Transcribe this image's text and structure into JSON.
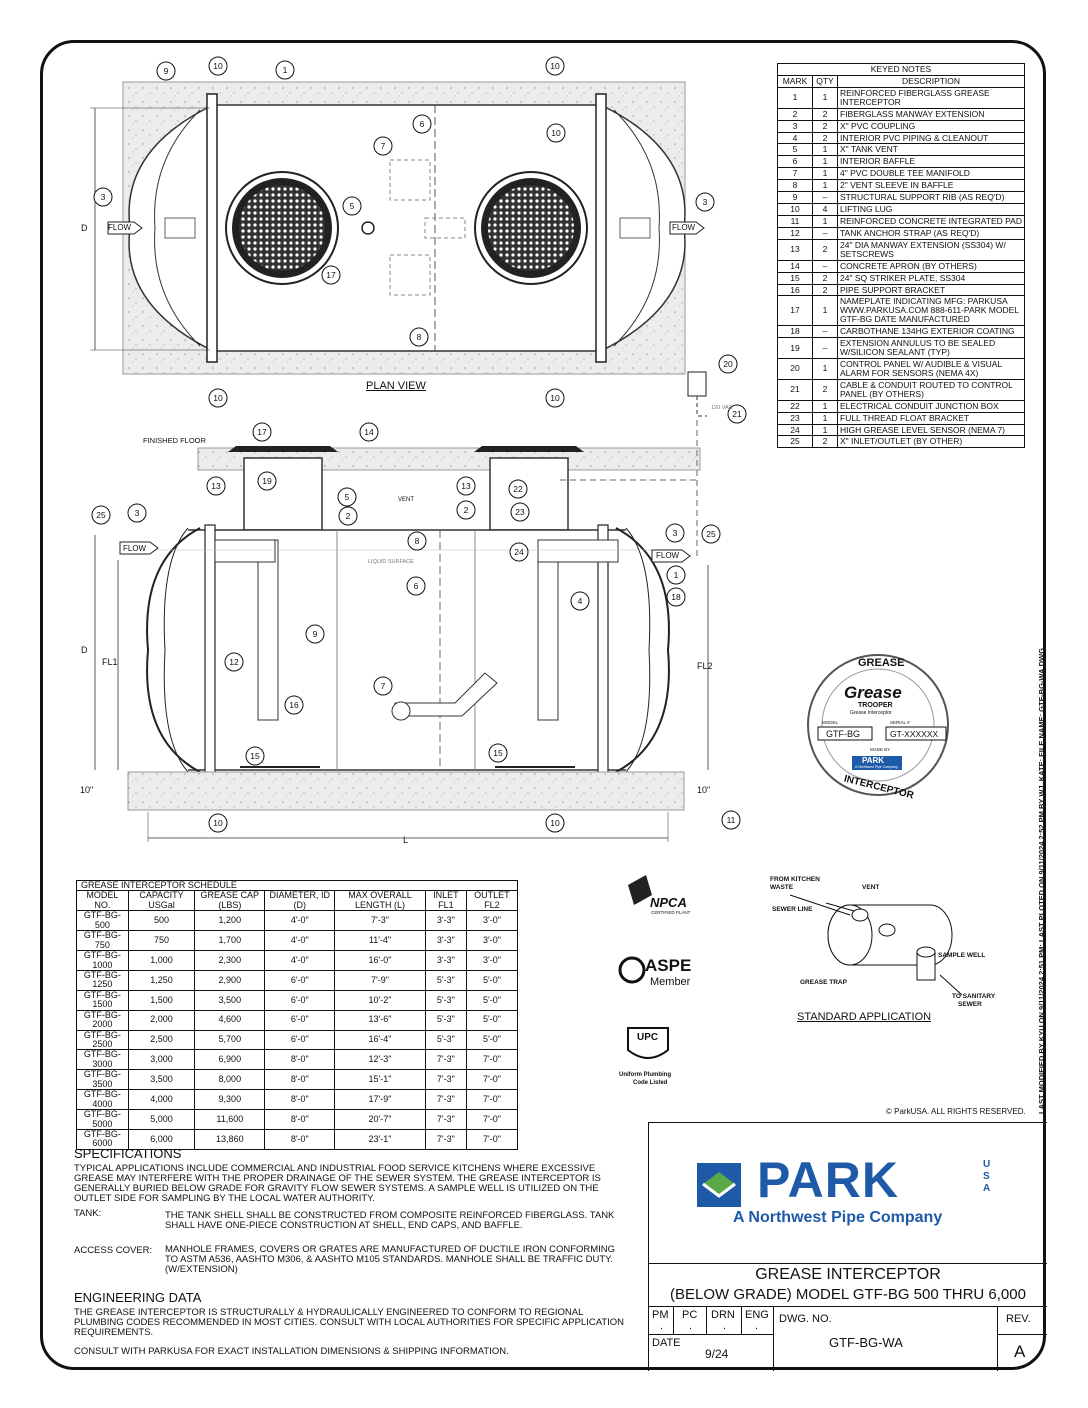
{
  "keyed_notes": {
    "title": "KEYED NOTES",
    "headers": [
      "MARK",
      "QTY",
      "DESCRIPTION"
    ],
    "rows": [
      [
        "1",
        "1",
        "REINFORCED FIBERGLASS GREASE INTERCEPTOR"
      ],
      [
        "2",
        "2",
        "FIBERGLASS MANWAY EXTENSION"
      ],
      [
        "3",
        "2",
        "X\" PVC COUPLING"
      ],
      [
        "4",
        "2",
        "INTERIOR PVC PIPING & CLEANOUT"
      ],
      [
        "5",
        "1",
        "X\" TANK VENT"
      ],
      [
        "6",
        "1",
        "INTERIOR BAFFLE"
      ],
      [
        "7",
        "1",
        "4\" PVC DOUBLE TEE MANIFOLD"
      ],
      [
        "8",
        "1",
        "2\" VENT SLEEVE IN BAFFLE"
      ],
      [
        "9",
        "–",
        "STRUCTURAL SUPPORT RIB (AS REQ'D)"
      ],
      [
        "10",
        "4",
        "LIFTING LUG"
      ],
      [
        "11",
        "1",
        "REINFORCED CONCRETE INTEGRATED PAD"
      ],
      [
        "12",
        "–",
        "TANK ANCHOR STRAP (AS REQ'D)"
      ],
      [
        "13",
        "2",
        "24\" DIA MANWAY EXTENSION (SS304) W/ SETSCREWS"
      ],
      [
        "14",
        "–",
        "CONCRETE APRON (BY OTHERS)"
      ],
      [
        "15",
        "2",
        "24\" SQ STRIKER PLATE, SS304"
      ],
      [
        "16",
        "2",
        "PIPE SUPPORT BRACKET"
      ],
      [
        "17",
        "1",
        "NAMEPLATE INDICATING MFG: PARKUSA WWW.PARKUSA.COM 888-611-PARK MODEL GTF-BG DATE MANUFACTURED"
      ],
      [
        "18",
        "–",
        "CARBOTHANE 134HG EXTERIOR COATING"
      ],
      [
        "19",
        "–",
        "EXTENSION ANNULUS TO BE SEALED w/SILICON SEALANT (TYP)"
      ],
      [
        "20",
        "1",
        "CONTROL PANEL W/ AUDIBLE & VISUAL ALARM FOR SENSORS (NEMA 4X)"
      ],
      [
        "21",
        "2",
        "CABLE & CONDUIT ROUTED TO CONTROL PANEL (BY OTHERS)"
      ],
      [
        "22",
        "1",
        "ELECTRICAL CONDUIT JUNCTION BOX"
      ],
      [
        "23",
        "1",
        "FULL THREAD FLOAT BRACKET"
      ],
      [
        "24",
        "1",
        "HIGH GREASE LEVEL SENSOR (NEMA 7)"
      ],
      [
        "25",
        "2",
        "X\" INLET/OUTLET (BY OTHER)"
      ]
    ]
  },
  "plan_view": {
    "title": "PLAN VIEW",
    "flow_label": "FLOW",
    "dim_d": "D",
    "callouts": [
      "9",
      "10",
      "1",
      "10",
      "6",
      "7",
      "10",
      "3",
      "5",
      "3",
      "17",
      "8",
      "10",
      "10",
      "20",
      "21"
    ]
  },
  "elevation_view": {
    "finished_floor": "FINISHED FLOOR",
    "flow_label": "FLOW",
    "vent_label": "VENT",
    "liquid_surface": "LIQUID SURFACE",
    "dim_d": "D",
    "dim_fl1": "FL1",
    "dim_fl2": "FL2",
    "dim_l": "L",
    "dim_10a": "10\"",
    "dim_10b": "10\"",
    "vac_label": "120 VAC"
  },
  "nameplate": {
    "top": "GREASE",
    "bottom": "INTERCEPTOR",
    "brand": "Grease",
    "brand2": "TROOPER",
    "tagline": "Grease Interceptor",
    "model_label": "MODEL",
    "model": "GTF-BG",
    "serial_label": "SERIAL #",
    "serial": "GT-XXXXXX",
    "made_by": "MADE BY",
    "park": "PARK",
    "park_sub": "A Northwest Pipe Company"
  },
  "schedule": {
    "title": "GREASE INTERCEPTOR SCHEDULE",
    "headers": [
      "MODEL NO.",
      "CAPACITY USGal",
      "GREASE CAP (LBS)",
      "DIAMETER, ID (D)",
      "MAX OVERALL LENGTH (L)",
      "INLET FL1",
      "OUTLET FL2"
    ],
    "rows": [
      [
        "GTF-BG-500",
        "500",
        "1,200",
        "4'-0\"",
        "7'-3\"",
        "3'-3\"",
        "3'-0\""
      ],
      [
        "GTF-BG-750",
        "750",
        "1,700",
        "4'-0\"",
        "11'-4\"",
        "3'-3\"",
        "3'-0\""
      ],
      [
        "GTF-BG-1000",
        "1,000",
        "2,300",
        "4'-0\"",
        "16'-0\"",
        "3'-3\"",
        "3'-0\""
      ],
      [
        "GTF-BG-1250",
        "1,250",
        "2,900",
        "6'-0\"",
        "7'-9\"",
        "5'-3\"",
        "5'-0\""
      ],
      [
        "GTF-BG-1500",
        "1,500",
        "3,500",
        "6'-0\"",
        "10'-2\"",
        "5'-3\"",
        "5'-0\""
      ],
      [
        "GTF-BG-2000",
        "2,000",
        "4,600",
        "6'-0\"",
        "13'-6\"",
        "5'-3\"",
        "5'-0\""
      ],
      [
        "GTF-BG-2500",
        "2,500",
        "5,700",
        "6'-0\"",
        "16'-4\"",
        "5'-3\"",
        "5'-0\""
      ],
      [
        "GTF-BG-3000",
        "3,000",
        "6,900",
        "8'-0\"",
        "12'-3\"",
        "7'-3\"",
        "7'-0\""
      ],
      [
        "GTF-BG-3500",
        "3,500",
        "8,000",
        "8'-0\"",
        "15'-1\"",
        "7'-3\"",
        "7'-0\""
      ],
      [
        "GTF-BG-4000",
        "4,000",
        "9,300",
        "8'-0\"",
        "17'-9\"",
        "7'-3\"",
        "7'-0\""
      ],
      [
        "GTF-BG-5000",
        "5,000",
        "11,600",
        "8'-0\"",
        "20'-7\"",
        "7'-3\"",
        "7'-0\""
      ],
      [
        "GTF-BG-6000",
        "6,000",
        "13,860",
        "8'-0\"",
        "23'-1\"",
        "7'-3\"",
        "7'-0\""
      ]
    ]
  },
  "logos": {
    "npca": "NPCA",
    "npca_sub": "CERTIFIED PLANT",
    "aspe": "ASPE",
    "aspe_sub": "Member",
    "upc": "UPC",
    "upc_sub1": "Uniform Plumbing",
    "upc_sub2": "Code Listed"
  },
  "standard_application": {
    "title": "STANDARD APPLICATION",
    "from_kitchen": "FROM KITCHEN",
    "waste": "WASTE",
    "vent": "VENT",
    "sewer_line": "SEWER LINE",
    "sample_well": "SAMPLE WELL",
    "grease_trap": "GREASE TRAP",
    "to_sanitary": "TO SANITARY",
    "sewer": "SEWER"
  },
  "copyright": "© ParkUSA. ALL RIGHTS RESERVED.",
  "side_note": "LAST MODIFIED BY KYU ON 9/11/2024 2:51 PM; LAST PLOTED ON 9/11/2024 2:52 PM BY WJ. KATE; FILE NAME: GTF-BG-WA.DWG",
  "specifications": {
    "title": "SPECIFICATIONS",
    "intro": "TYPICAL APPLICATIONS INCLUDE COMMERCIAL AND INDUSTRIAL FOOD SERVICE KITCHENS WHERE EXCESSIVE GREASE MAY INTERFERE WITH THE PROPER DRAINAGE OF THE SEWER SYSTEM. THE GREASE INTERCEPTOR IS GENERALLY BURIED BELOW GRADE FOR GRAVITY FLOW SEWER SYSTEMS. A SAMPLE WELL IS UTILIZED ON THE OUTLET SIDE FOR SAMPLING BY THE LOCAL WATER AUTHORITY.",
    "tank_label": "TANK:",
    "tank_text": "THE TANK SHELL SHALL BE CONSTRUCTED FROM COMPOSITE REINFORCED FIBERGLASS. TANK SHALL HAVE ONE-PIECE CONSTRUCTION AT SHELL, END CAPS, AND BAFFLE.",
    "cover_label": "ACCESS COVER:",
    "cover_text": "MANHOLE FRAMES, COVERS OR GRATES ARE MANUFACTURED OF DUCTILE IRON CONFORMING TO ASTM A536, AASHTO M306, & AASHTO M105 STANDARDS. MANHOLE SHALL BE TRAFFIC DUTY. (W/EXTENSION)"
  },
  "engineering": {
    "title": "ENGINEERING DATA",
    "text": "THE GREASE INTERCEPTOR IS STRUCTURALLY & HYDRAULICALLY ENGINEERED TO CONFORM TO REGIONAL PLUMBING CODES RECOMMENDED IN MOST CITIES. CONSULT WITH LOCAL AUTHORITIES FOR SPECIFIC APPLICATION REQUIREMENTS.",
    "consult": "CONSULT WITH PARKUSA FOR EXACT INSTALLATION DIMENSIONS & SHIPPING INFORMATION."
  },
  "title_block": {
    "brand": "PARK",
    "usa": "USA",
    "tagline": "A Northwest Pipe Company",
    "title1": "GREASE INTERCEPTOR",
    "title2": "(BELOW GRADE) MODEL GTF-BG 500 THRU 6,000",
    "pm": "PM",
    "pc": "PC",
    "drn": "DRN",
    "eng": "ENG",
    "dot": ".",
    "dwg_label": "DWG. NO.",
    "dwg_no": "GTF-BG-WA",
    "rev_label": "REV.",
    "rev": "A",
    "date_label": "DATE",
    "date": "9/24"
  },
  "colors": {
    "blue": "#1e5aa8",
    "green": "#5aa846",
    "concrete": "#e6e6e6"
  }
}
